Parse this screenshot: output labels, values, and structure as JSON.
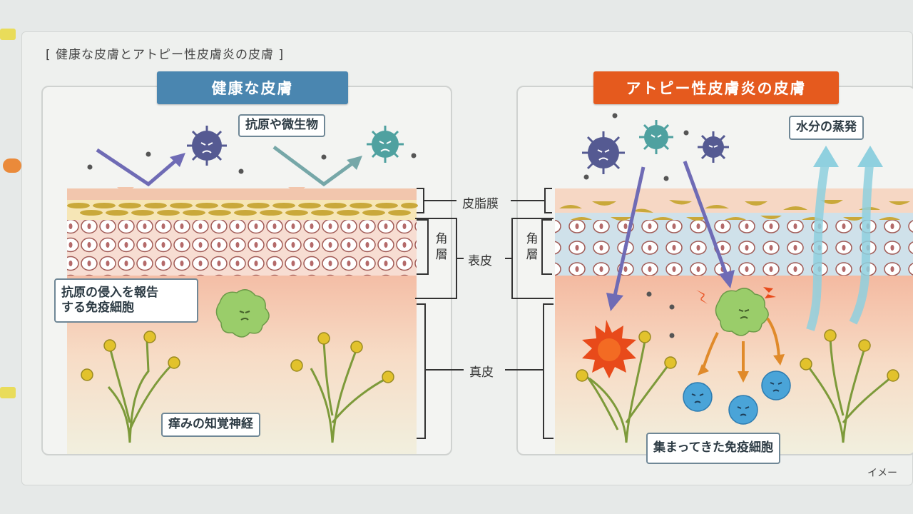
{
  "title": "[ 健康な皮膚とアトピー性皮膚炎の皮膚 ]",
  "panels": {
    "healthy": {
      "badge": "健康な皮膚",
      "badge_color": "#4a86b0",
      "callout_pathogens": "抗原や微生物",
      "callout_immune_cell": "抗原の侵入を報告\nする免疫細胞",
      "callout_nerve": "痒みの知覚神経"
    },
    "atopic": {
      "badge": "アトピー性皮膚炎の皮膚",
      "badge_color": "#e55a1e",
      "callout_evaporation": "水分の蒸発",
      "callout_gathered_cells": "集まってきた免疫細胞"
    }
  },
  "layer_labels": {
    "sebum_film": "皮脂膜",
    "stratum_corneum": "角\n層",
    "epidermis": "表皮",
    "dermis": "真皮"
  },
  "credit": "イメー",
  "colors": {
    "sebum": "#c9a83a",
    "pink_skin": "#f2c1a9",
    "nerve": "#7d9a3a",
    "nerve_tip": "#e2c22c",
    "arrow_purple": "#6f6bb5",
    "arrow_teal": "#76a7a8",
    "arrow_orange": "#e08a2a",
    "vapor": "#8fd0df",
    "immune_cell": "#9acd6a",
    "blue_cell": "#4aa4d8",
    "inflammation": "#e84a1a"
  },
  "icons": [
    "pathogen-icon",
    "immune-cell-icon",
    "nerve-icon",
    "inflammation-burst-icon",
    "vapor-arrow-icon"
  ]
}
